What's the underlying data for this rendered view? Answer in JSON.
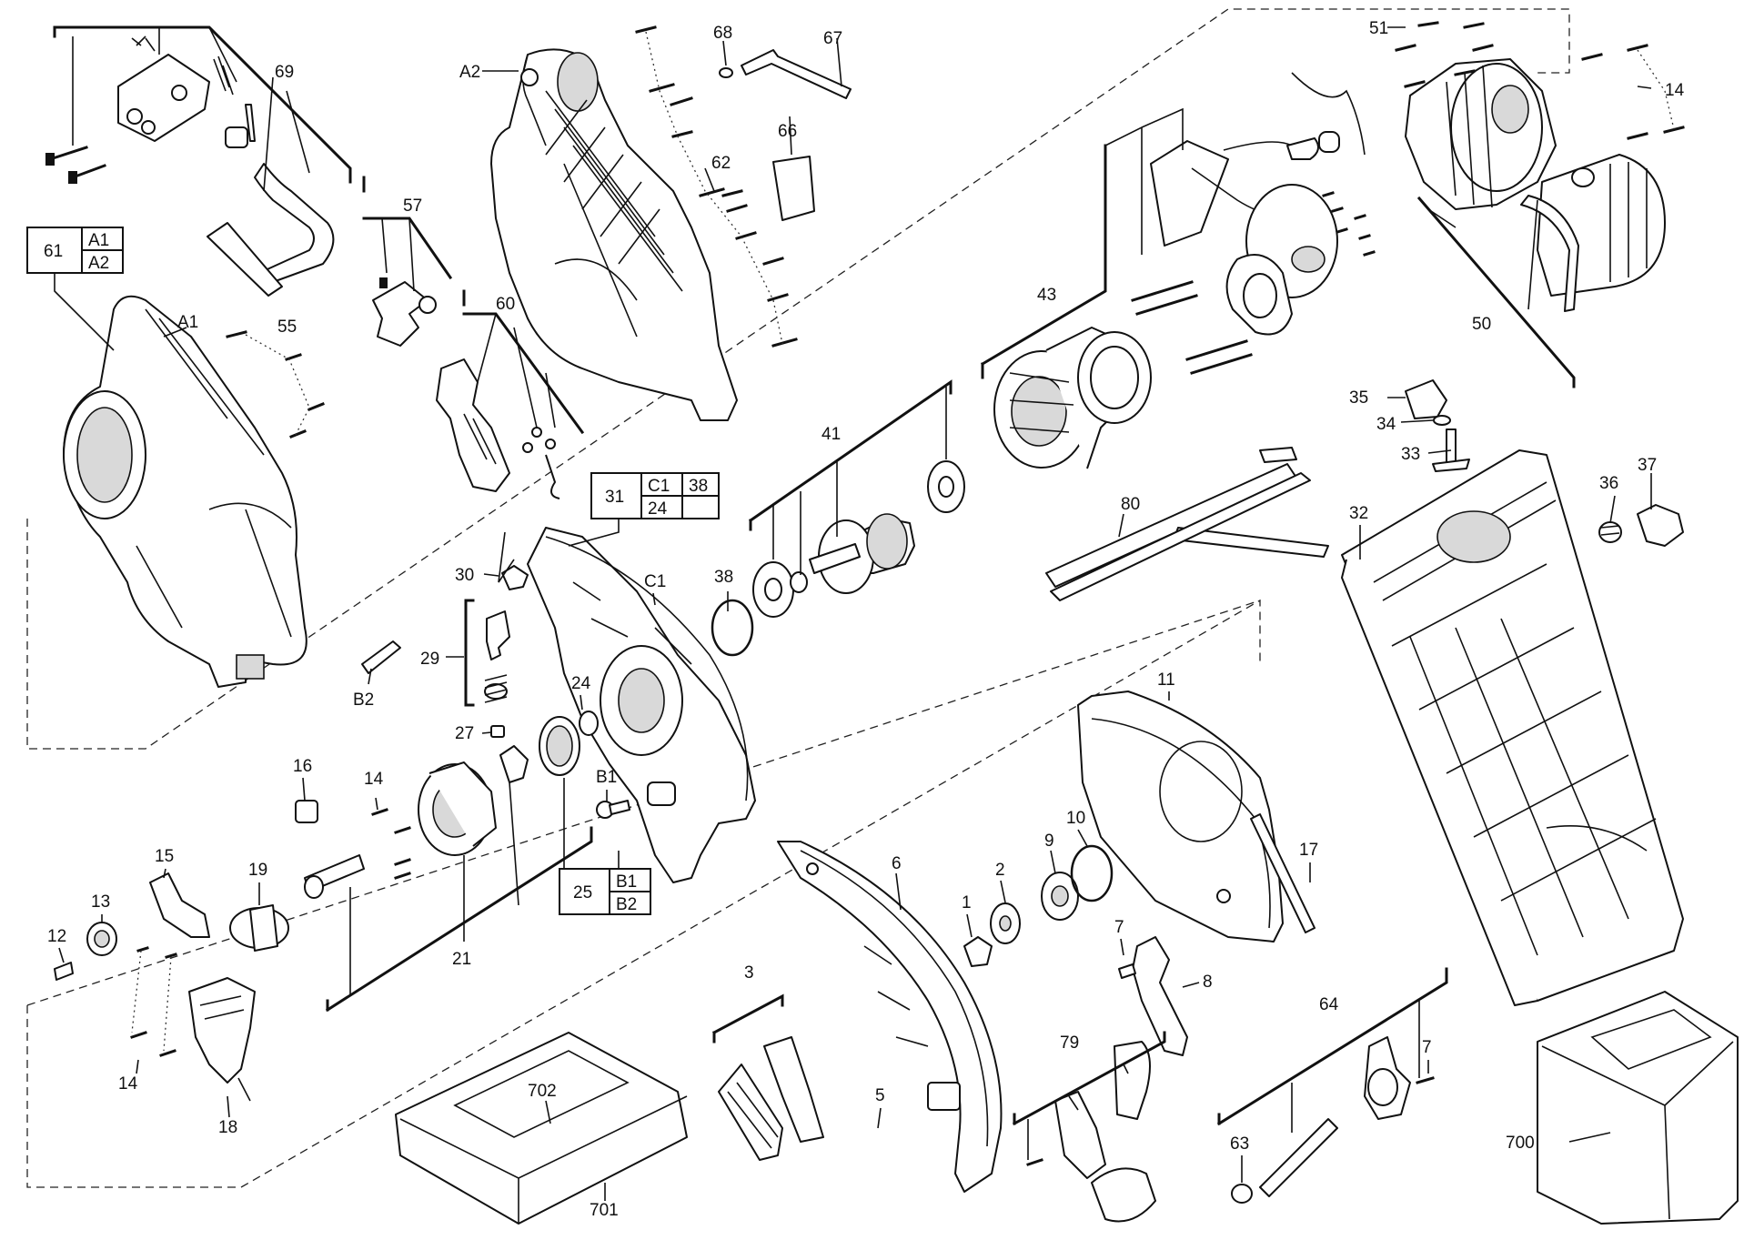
{
  "labels": {
    "l69": "69",
    "l57": "57",
    "l60": "60",
    "lA2": "A2",
    "l68": "68",
    "l67": "67",
    "l62": "62",
    "l66": "66",
    "lA1": "A1",
    "l55": "55",
    "l51": "51",
    "l14a": "14",
    "l43": "43",
    "l50": "50",
    "l41": "41",
    "l35": "35",
    "l34": "34",
    "l33": "33",
    "l36": "36",
    "l37": "37",
    "l80": "80",
    "l32": "32",
    "l30": "30",
    "l29": "29",
    "lC1": "C1",
    "l38": "38",
    "lB2": "B2",
    "l24": "24",
    "l27": "27",
    "l16": "16",
    "l14b": "14",
    "lB1": "B1",
    "l11": "11",
    "l15": "15",
    "l19": "19",
    "l13": "13",
    "l12": "12",
    "l21": "21",
    "l6": "6",
    "l1": "1",
    "l2": "2",
    "l9": "9",
    "l10": "10",
    "l17": "17",
    "l7a": "7",
    "l8": "8",
    "l3": "3",
    "l14c": "14",
    "l18": "18",
    "l702": "702",
    "l701": "701",
    "l5": "5",
    "l79": "79",
    "l64": "64",
    "l7b": "7",
    "l63": "63",
    "l700": "700"
  },
  "tables": {
    "t61": {
      "main": "61",
      "top": "A1",
      "bottom": "A2"
    },
    "t31": {
      "main": "31",
      "r1c1": "C1",
      "r1c2": "38",
      "r2c1": "24",
      "r2c2": ""
    },
    "t25": {
      "main": "25",
      "top": "B1",
      "bottom": "B2"
    }
  }
}
